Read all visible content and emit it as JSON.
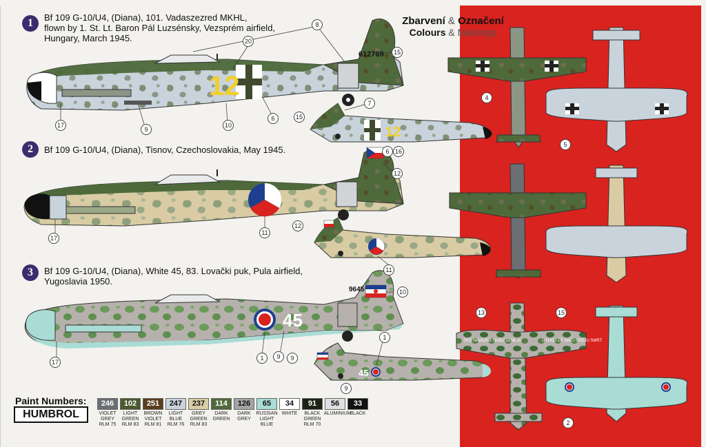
{
  "heading": {
    "czech_a": "Zbarvení",
    "amp1": " & ",
    "czech_b": "Označení",
    "english_a": "Colours",
    "amp2": " & ",
    "english_b": "Markings"
  },
  "schemes": [
    {
      "number": "1",
      "caption": "Bf 109 G-10/U4, (Diana), 101. Vadaszezred MKHL,\nflown by 1. St. Lt. Baron Pál Luzsénsky, Vezsprém airfield,\nHungary, March 1945."
    },
    {
      "number": "2",
      "caption": "Bf 109 G-10/U4, (Diana), Tisnov, Czechoslovakia, May 1945."
    },
    {
      "number": "3",
      "caption": "Bf 109 G-10/U4, (Diana), White 45, 83. Lovački puk, Pula airfield,\nYugoslavia 1950."
    }
  ],
  "aircraft_markings": {
    "tail_code_1": "612769",
    "fuselage_number_1": "12",
    "fuselage_number_3": "45",
    "tail_code_3": "9645",
    "wing_slogan_left": "TKO NAVAZNE NAŠU ZEMLJU",
    "wing_slogan_right": "U NJOJ ĆE NAĆI SVOJU SMRT"
  },
  "callouts": {
    "s1": [
      "20",
      "8",
      "15",
      "17",
      "9",
      "10",
      "6",
      "7",
      "15",
      "6",
      "16"
    ],
    "s2": [
      "12",
      "17",
      "11",
      "12",
      "11"
    ],
    "s3": [
      "10",
      "17",
      "1",
      "9",
      "1",
      "9",
      "9"
    ],
    "views": [
      "4",
      "5",
      "13",
      "15",
      "2"
    ]
  },
  "paint_section": {
    "title": "Paint Numbers:",
    "brand": "HUMBROL"
  },
  "paints": [
    {
      "code": "246",
      "name": "VIOLET GREY RLM 75",
      "color": "#6b6e72",
      "text": "#ffffff"
    },
    {
      "code": "102",
      "name": "LIGHT GREEN RLM 83",
      "color": "#4a5a2e",
      "text": "#ffffff"
    },
    {
      "code": "251",
      "name": "BROWN VIOLET RLM 81",
      "color": "#5a3e1e",
      "text": "#ffffff"
    },
    {
      "code": "247",
      "name": "LIGHT BLUE RLM 76",
      "color": "#c9d3dc",
      "text": "#111111"
    },
    {
      "code": "237",
      "name": "GREY GREEN RLM 83",
      "color": "#d9cca4",
      "text": "#111111"
    },
    {
      "code": "114",
      "name": "DARK GREEN",
      "color": "#4e6a3a",
      "text": "#ffffff"
    },
    {
      "code": "126",
      "name": "DARK GREY",
      "color": "#a2a4a6",
      "text": "#111111"
    },
    {
      "code": "65",
      "name": "RUSSIAN LIGHT BLUE",
      "color": "#a9dcd4",
      "text": "#111111"
    },
    {
      "code": "34",
      "name": "WHITE",
      "color": "#ffffff",
      "text": "#111111"
    },
    {
      "code": "91",
      "name": "BLACK GREEN RLM 70",
      "color": "#1c2414",
      "text": "#ffffff"
    },
    {
      "code": "56",
      "name": "ALUMINIUM",
      "color": "#dfe0e1",
      "text": "#111111"
    },
    {
      "code": "33",
      "name": "BLACK",
      "color": "#111111",
      "text": "#ffffff"
    }
  ],
  "colors": {
    "accent_red": "#d8231f",
    "badge_purple": "#3b2d6d",
    "camo_green": "#4e6a3a",
    "rlm76": "#c9d3dc",
    "rlm83_sand": "#d9cca4",
    "russian_blue": "#a9dcd4"
  }
}
